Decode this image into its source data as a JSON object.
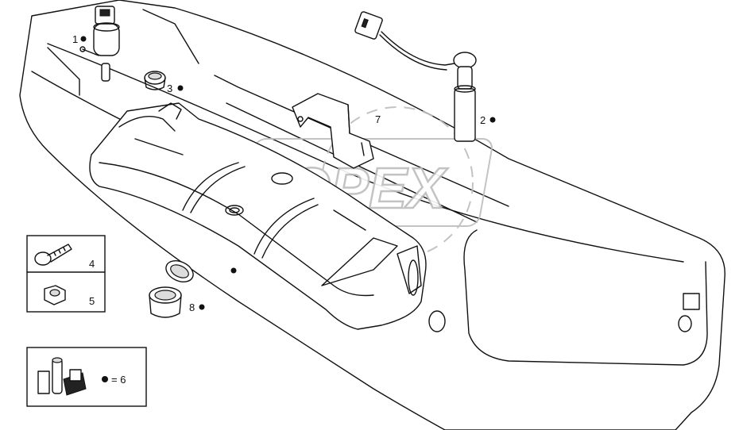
{
  "watermark": {
    "text": "OPEX"
  },
  "callouts": {
    "c1": "1",
    "c2": "2",
    "c3": "3",
    "c4": "4",
    "c5": "5",
    "c7": "7",
    "c8": "8"
  },
  "kit_legend": {
    "equals_text": "= 6"
  }
}
